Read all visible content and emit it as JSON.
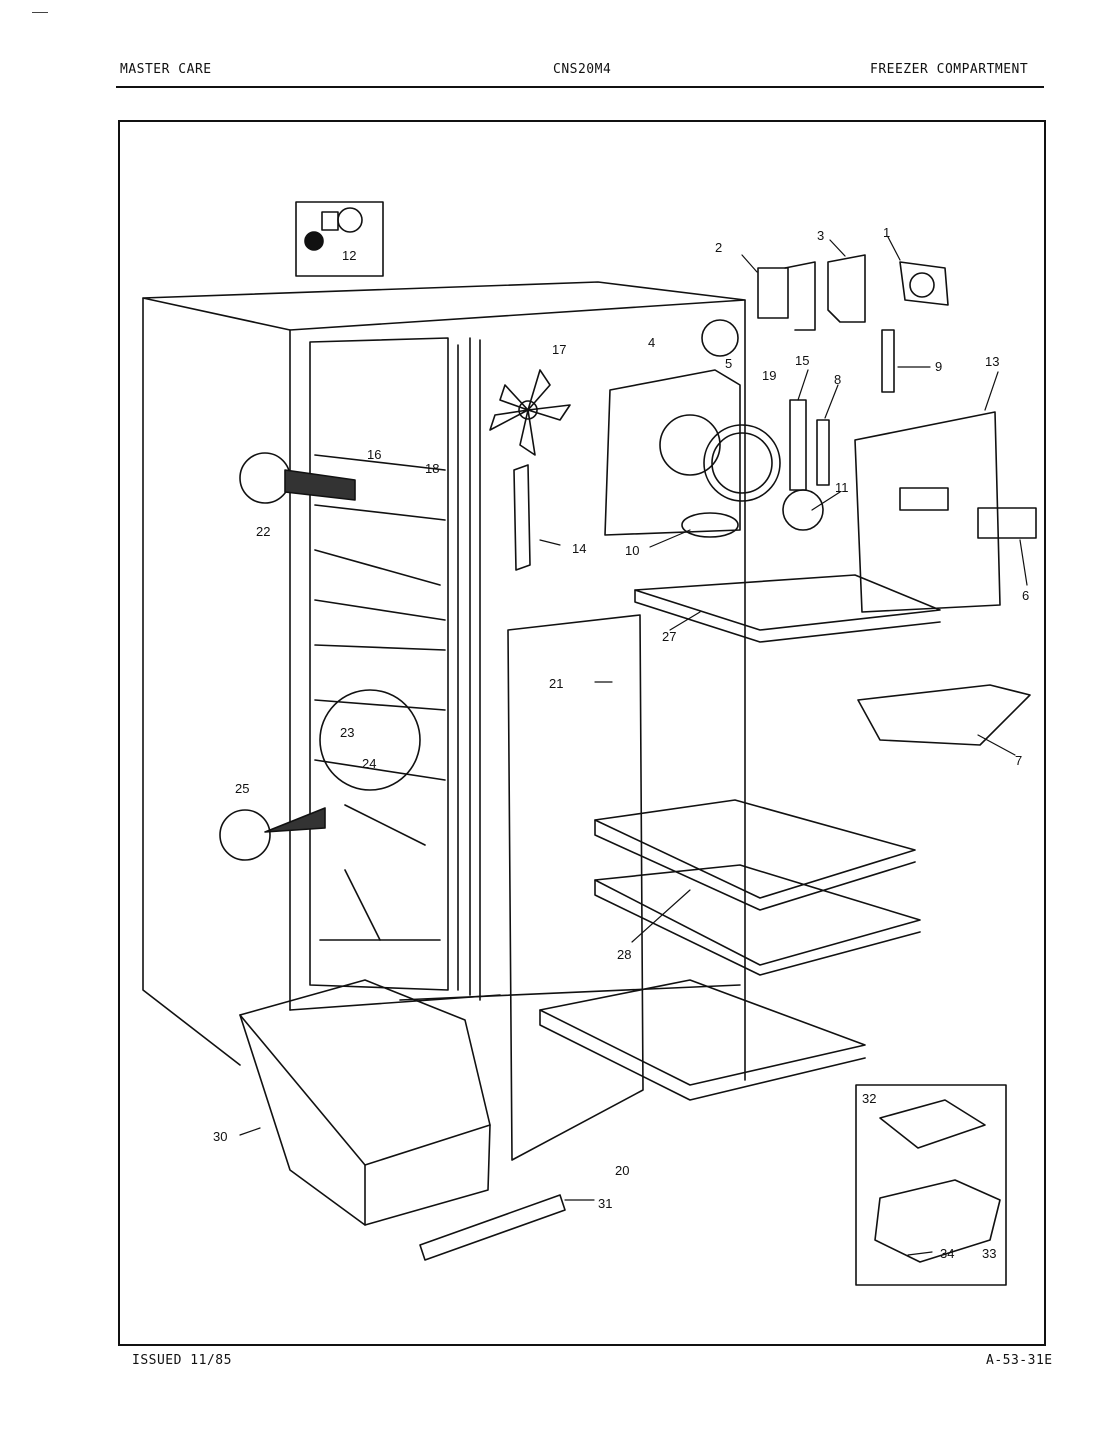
{
  "header": {
    "brand": "MASTER CARE",
    "model": "CNS20M4",
    "section": "FREEZER COMPARTMENT"
  },
  "footer": {
    "issued": "ISSUED 11/85",
    "code": "A-53-31E"
  },
  "part_numbers": [
    "1",
    "2",
    "3",
    "4",
    "5",
    "6",
    "7",
    "8",
    "9",
    "10",
    "11",
    "12",
    "13",
    "14",
    "15",
    "16",
    "17",
    "18",
    "19",
    "20",
    "21",
    "22",
    "23",
    "24",
    "25",
    "27",
    "28",
    "30",
    "31",
    "32",
    "33",
    "34"
  ],
  "colors": {
    "ink": "#111111",
    "paper": "#ffffff",
    "shade": "#333333"
  }
}
